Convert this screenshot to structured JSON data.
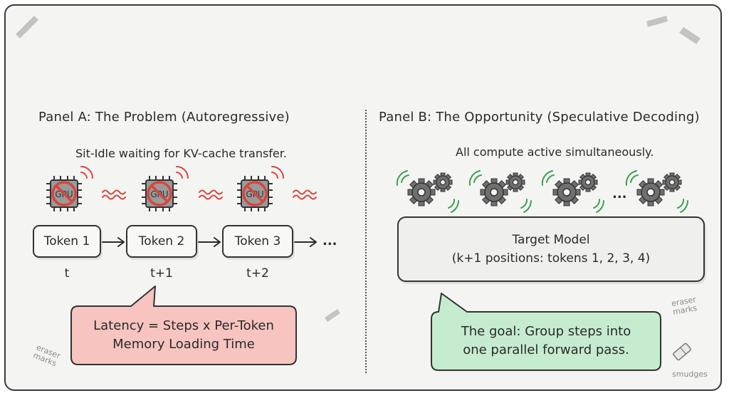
{
  "panel_a": {
    "title": "Panel A: The Problem (Autoregressive)",
    "caption": "Sit-Idle waiting for KV-cache transfer.",
    "chip_label": "GPU",
    "tokens": [
      "Token 1",
      "Token 2",
      "Token 3"
    ],
    "ellipsis": "...",
    "times": [
      "t",
      "t+1",
      "t+2"
    ],
    "callout_lines": [
      "Latency = Steps x Per-Token",
      "Memory Loading Time"
    ]
  },
  "panel_b": {
    "title": "Panel B: The Opportunity (Speculative Decoding)",
    "caption": "All compute active simultaneously.",
    "gear_ellipsis": "...",
    "target_lines": [
      "Target Model",
      "(k+1 positions: tokens 1, 2, 3, 4)"
    ],
    "callout_lines": [
      "The goal: Group steps into",
      "one parallel forward pass."
    ]
  },
  "notes": {
    "eraser_left": [
      "eraser",
      "marks"
    ],
    "eraser_right": [
      "eraser",
      "marks"
    ],
    "smudges": "smudges"
  },
  "colors": {
    "callout_red": "#f7c4c0",
    "callout_green": "#c6ecd0",
    "no_sign": "#d8453b",
    "wave_red": "#d8453b",
    "signal": "#d8453b",
    "motion_green": "#3f9e55",
    "gear": "#6f6f6f"
  }
}
